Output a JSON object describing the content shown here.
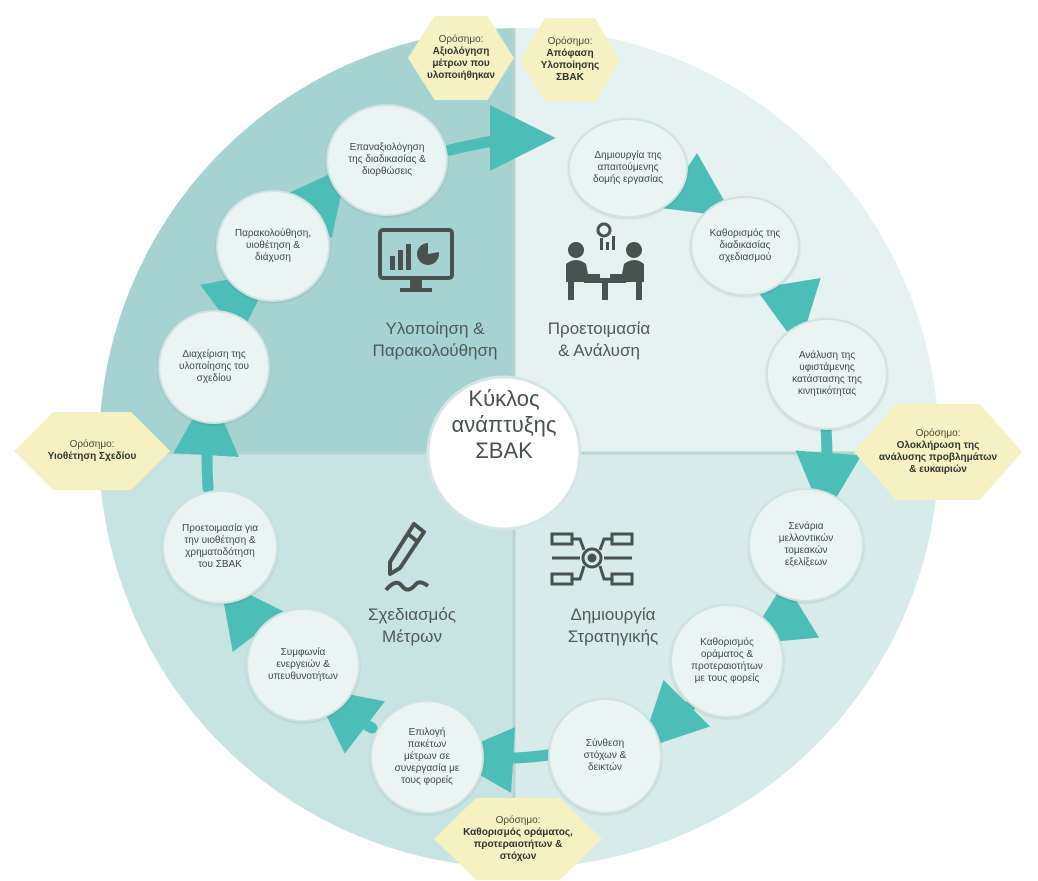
{
  "center": {
    "title": "Κύκλος\nανάπτυξης\nΣΒΑΚ"
  },
  "phases": {
    "implementation": "Υλοποίηση &\nΠαρακολούθηση",
    "preparation": "Προετοιμασία\n& Ανάλυση",
    "design": "Σχεδιασμός\nΜέτρων",
    "strategy": "Δημιουργία\nΣτρατηγικής"
  },
  "milestones": {
    "evaluation": {
      "label": "Ορόσημο:",
      "value": "Αξιολόγηση\nμέτρων που\nυλοποιήθηκαν"
    },
    "decision": {
      "label": "Ορόσημο:",
      "value": "Απόφαση\nΥλοποίησης\nΣΒΑΚ"
    },
    "analysis": {
      "label": "Ορόσημο:",
      "value": "Ολοκλήρωση της\nανάλυσης προβλημάτων\n& ευκαιριών"
    },
    "vision": {
      "label": "Ορόσημο:",
      "value": "Καθορισμός οράματος,\nπροτεραιοτήτων &\nστόχων"
    },
    "adoption": {
      "label": "Ορόσημο:",
      "value": "Υιοθέτηση Σχεδίου"
    }
  },
  "steps": [
    "Δημιουργία της\nαπαιτούμενης\nδομής εργασίας",
    "Καθορισμός της\nδιαδικασίας\nσχεδιασμού",
    "Ανάλυση της\nυφιστάμενης\nκατάστασης της\nκινητικότητας",
    "Σενάρια\nμελλοντικών\nτομεακών\nεξελίξεων",
    "Καθορισμός\nοράματος &\nπροτεραιοτήτων\nμε τους φορείς",
    "Σύνθεση\nστόχων &\nδεικτών",
    "Επιλογή\nπακέτων\nμέτρων σε\nσυνεργασία με\nτους φορείς",
    "Συμφωνία\nενεργειών &\nυπευθυνοτήτων",
    "Προετοιμασία για\nτην υιοθέτηση &\nχρηματοδότηση\nτου ΣΒΑΚ",
    "Διαχείριση της\nυλοποίησης του\nσχεδίου",
    "Παρακολούθηση,\nυιοθέτηση &\nδιάχυση",
    "Επαναξιολόγηση\nτης διαδικασίας &\nδιορθώσεις"
  ],
  "colors": {
    "q_implementation": "#a6d3d1",
    "q_preparation": "#e6f2f2",
    "q_design": "#c8e4e2",
    "q_strategy": "#d6ebea",
    "arrow": "#4dbdb8",
    "step_fill": "#eaf4f3",
    "hex_fill": "#f6f1c2",
    "icon": "#4a5250"
  },
  "icons": [
    "presentation-chart-icon",
    "meeting-team-icon",
    "pen-signature-icon",
    "strategy-flowchart-icon"
  ]
}
